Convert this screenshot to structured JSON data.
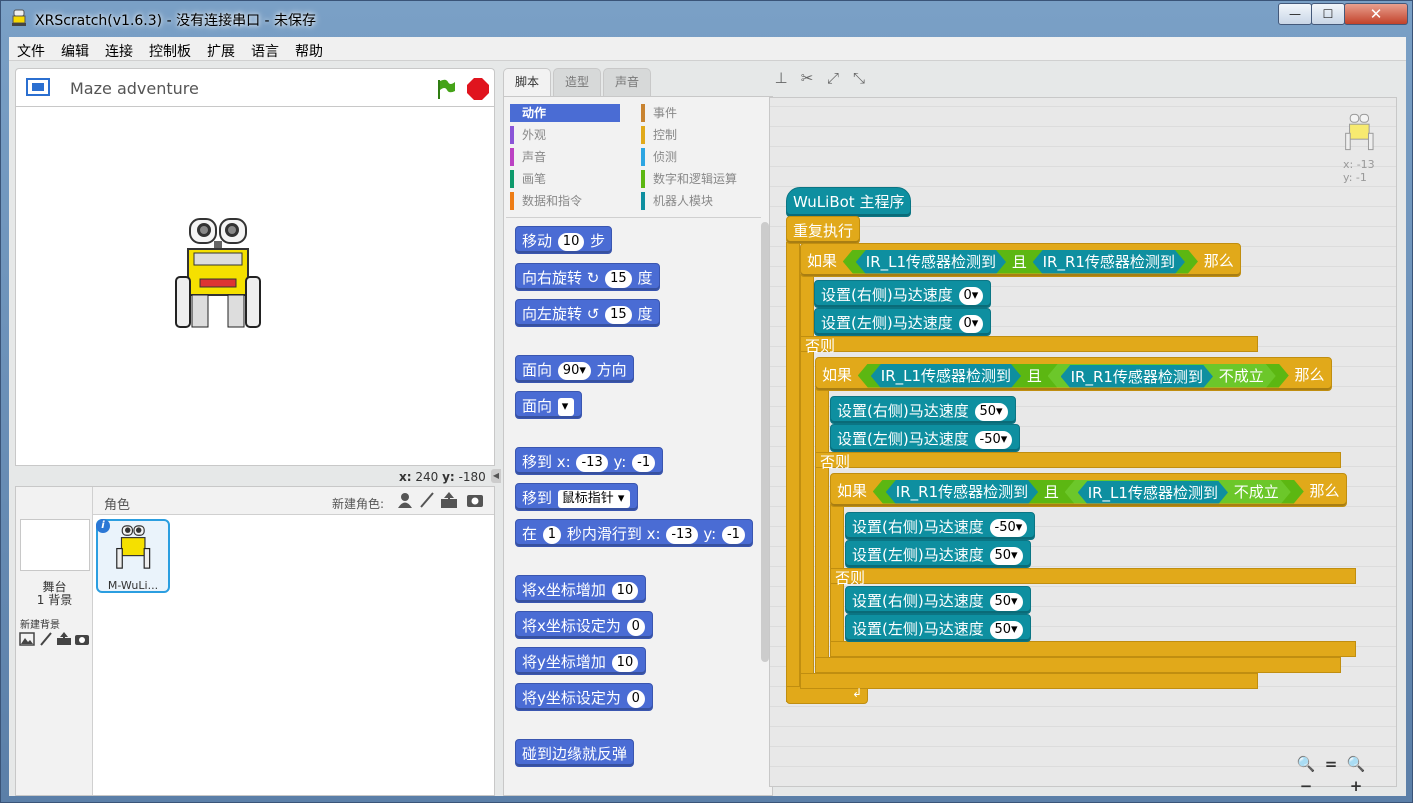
{
  "window": {
    "title": "XRScratch(v1.6.3) - 没有连接串口 - 未保存",
    "btn_min": "—",
    "btn_max": "☐",
    "btn_close": "✕"
  },
  "menu": [
    "文件",
    "编辑",
    "连接",
    "控制板",
    "扩展",
    "语言",
    "帮助"
  ],
  "stage": {
    "project_title": "Maze adventure",
    "x_label": "x:",
    "x_value": "240",
    "y_label": "y:",
    "y_value": "-180"
  },
  "sprites": {
    "header": "角色",
    "new_sprite": "新建角色:",
    "stage_name": "舞台",
    "backdrop_count": "1 背景",
    "new_backdrop": "新建背景",
    "sprite_name": "M-WuLi...",
    "info": "i"
  },
  "tabs": [
    "脚本",
    "造型",
    "声音"
  ],
  "categories": {
    "left": [
      {
        "label": "动作",
        "color": "#4a6cd4",
        "selected": true
      },
      {
        "label": "外观",
        "color": "#8a55d7"
      },
      {
        "label": "声音",
        "color": "#bb42c3"
      },
      {
        "label": "画笔",
        "color": "#0e9a6c"
      },
      {
        "label": "数据和指令",
        "color": "#ee7d16"
      }
    ],
    "right": [
      {
        "label": "事件",
        "color": "#c88330"
      },
      {
        "label": "控制",
        "color": "#e1a91a"
      },
      {
        "label": "侦测",
        "color": "#2ca5e2"
      },
      {
        "label": "数字和逻辑运算",
        "color": "#5cb712"
      },
      {
        "label": "机器人模块",
        "color": "#0e8fa0"
      }
    ]
  },
  "palette": {
    "move": {
      "a": "移动",
      "n": "10",
      "b": "步"
    },
    "turn_right": {
      "a": "向右旋转",
      "icon": "↻",
      "n": "15",
      "b": "度"
    },
    "turn_left": {
      "a": "向左旋转",
      "icon": "↺",
      "n": "15",
      "b": "度"
    },
    "point_dir": {
      "a": "面向",
      "n": "90▾",
      "b": "方向"
    },
    "point_towards": {
      "a": "面向",
      "n": "▾"
    },
    "goto_xy": {
      "a": "移到 x:",
      "x": "-13",
      "ylab": "y:",
      "y": "-1"
    },
    "goto": {
      "a": "移到",
      "n": "鼠标指针 ▾"
    },
    "glide": {
      "a": "在",
      "t": "1",
      "b": "秒内滑行到 x:",
      "x": "-13",
      "ylab": "y:",
      "y": "-1"
    },
    "change_x": {
      "a": "将x坐标增加",
      "n": "10"
    },
    "set_x": {
      "a": "将x坐标设定为",
      "n": "0"
    },
    "change_y": {
      "a": "将y坐标增加",
      "n": "10"
    },
    "set_y": {
      "a": "将y坐标设定为",
      "n": "0"
    },
    "bounce": {
      "a": "碰到边缘就反弹"
    }
  },
  "script": {
    "corner_x": "x: -13",
    "corner_y": "y: -1",
    "hat": "WuLiBot 主程序",
    "forever": "重复执行",
    "if": "如果",
    "then": "那么",
    "and": "且",
    "else": "否则",
    "not": "不成立",
    "ir_l1": "IR_L1传感器检测到",
    "ir_r1": "IR_R1传感器检测到",
    "set_right": "设置(右侧)马达速度",
    "set_left": "设置(左侧)马达速度",
    "v0": "0▾",
    "v50": "50▾",
    "vm50": "-50▾",
    "loop_arrow": "↲"
  },
  "zoom": {
    "out": "🔍−",
    "reset": "=",
    "in": "🔍+"
  }
}
